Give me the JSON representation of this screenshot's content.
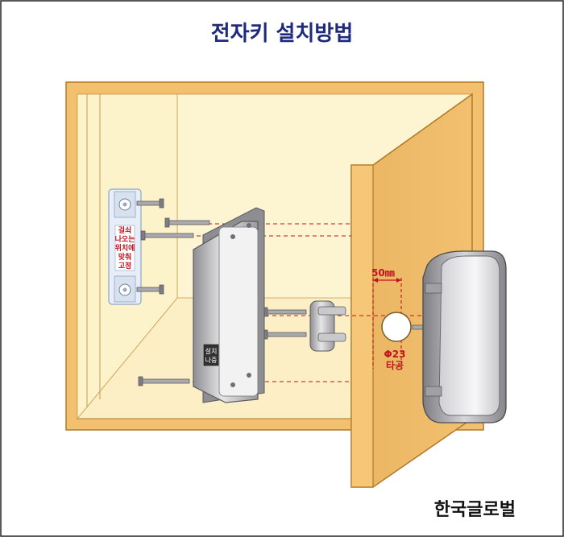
{
  "title": "전자키 설치방법",
  "strike_bracket": {
    "label_lines": [
      "걸쇠",
      "나오는",
      "위치에",
      "맞춰",
      "고정"
    ]
  },
  "lock_body": {
    "tag_lines": [
      "설치",
      "나중"
    ]
  },
  "door_hole": {
    "offset_label": "50㎜",
    "diameter_label": "Φ23",
    "action_label": "타공"
  },
  "brand": "한국글로벌",
  "colors": {
    "cabinet": "#f3c070",
    "cabinet_edge": "#b07a2a",
    "interior": "#fdf5d2",
    "accent_red": "#c1121f",
    "title": "#1e2a7a",
    "metal": "#c9c9cc"
  }
}
